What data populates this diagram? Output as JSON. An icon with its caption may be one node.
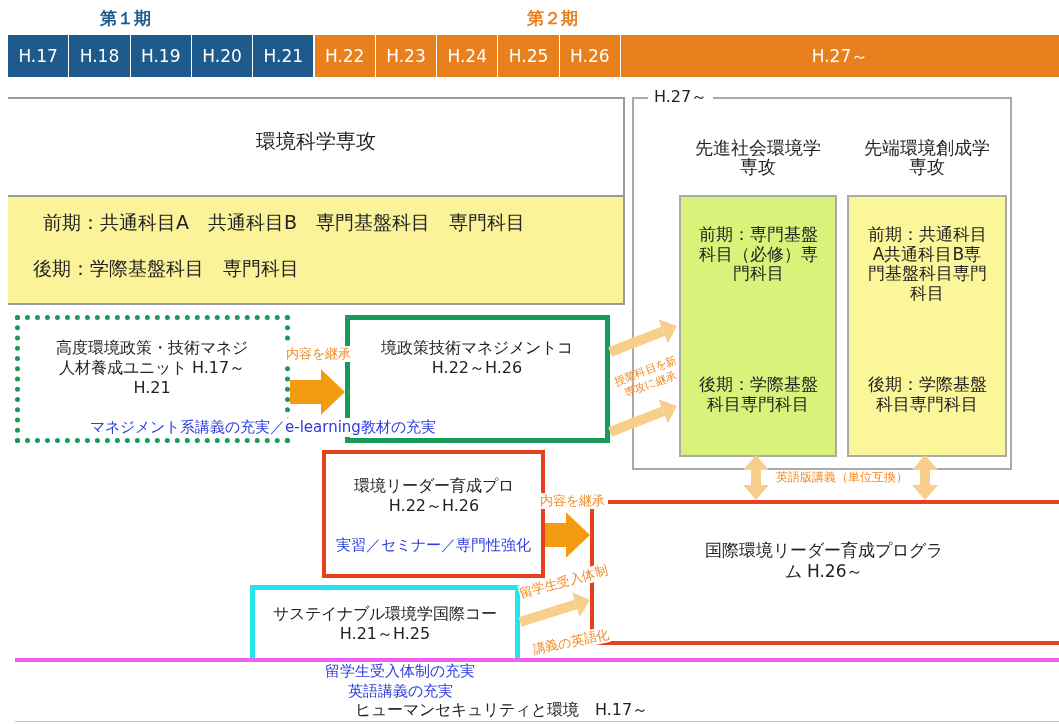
{
  "diagram": {
    "nodes": [
      {
        "text": [
          "H.17"
        ]
      },
      {
        "text": [
          "H.18"
        ]
      },
      {
        "text": [
          "H.19"
        ]
      },
      {
        "text": [
          "H.20"
        ]
      },
      {
        "text": [
          "H.21"
        ]
      },
      {
        "text": [
          "H.22"
        ]
      },
      {
        "text": [
          "H.23"
        ]
      },
      {
        "text": [
          "H.24"
        ]
      },
      {
        "text": [
          "H.25"
        ]
      },
      {
        "text": [
          "H.26"
        ]
      },
      {
        "text": [
          "H.27～"
        ]
      },
      {
        "text": [
          "環境科学専攻"
        ]
      },
      {
        "text": [
          "前期：共通科目A　共通科目B　専門基盤科目　専門科目",
          "後期：学際基盤科目　専門科目"
        ],
        "in": 11
      },
      {
        "text": [
          "H.27～"
        ]
      },
      {
        "text": [
          "先進社会環境学専攻",
          "前期：専門基盤科目（必修）専門科目",
          "後期：学際基盤科目専門科目"
        ],
        "in": 13
      },
      {
        "text": [
          "先端環境創成学専攻",
          "前期：共通科目A共通科目B専門基盤科目専門科目",
          "後期：学際基盤科目専門科目"
        ],
        "in": 13
      },
      {
        "text": [
          "高度環境政策・技術マネジ人材養成ユニット H.17～H.21"
        ]
      },
      {
        "text": [
          "境政策技術マネジメントコ H.22～H.26"
        ]
      },
      {
        "text": [
          "環境リーダー育成プロ H.22～H.26",
          "実習／セミナー／専門性強化"
        ]
      },
      {
        "text": [
          "国際環境リーダー育成プログラム H.26～"
        ]
      },
      {
        "text": [
          "サステイナブル環境学国際コー H.21～H.25"
        ]
      },
      {
        "text": [
          "ヒューマンセキュリティと環境　H.17～"
        ]
      }
    ],
    "edges": [
      {
        "from": 16,
        "to": 17,
        "arrow": "to",
        "label": "内容を継承",
        "style": "thick",
        "color": "#f39c12"
      },
      {
        "from": 17,
        "to": 14,
        "arrow": "to",
        "label": "授業科目を新専攻に継承"
      },
      {
        "from": 17,
        "to": 14,
        "arrow": "to"
      },
      {
        "from": 18,
        "to": 19,
        "arrow": "to",
        "label": "内容を継承",
        "style": "thick",
        "color": "#f39c12"
      },
      {
        "from": 20,
        "to": 19,
        "arrow": "to",
        "label": "留学生受入体制"
      },
      {
        "from": 14,
        "to": 19,
        "arrow": "both"
      },
      {
        "from": 15,
        "to": 19,
        "arrow": "both"
      }
    ],
    "labels": [
      "第１期",
      "第２期",
      "マネジメント系講義の充実／e-learning教材の充実",
      "英語版講義（単位互換）",
      "講義の英語化",
      "留学生受入体制の充実",
      "英語講義の充実"
    ]
  }
}
